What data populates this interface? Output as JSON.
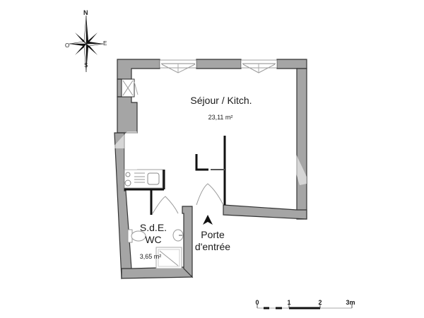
{
  "compass": {
    "north": "N",
    "south": "S",
    "east": "E",
    "west": "O"
  },
  "rooms": [
    {
      "name": "Séjour / Kitch.",
      "area": "23,11 m²"
    },
    {
      "name_line1": "S.d.E.",
      "name_line2": "WC",
      "area": "3,65 m²"
    }
  ],
  "entrance": {
    "line1": "Porte",
    "line2": "d'entrée"
  },
  "scale": {
    "ticks": [
      "0",
      "1",
      "2",
      "3m"
    ]
  },
  "colors": {
    "wall_fill": "#a5a5a5",
    "wall_stroke": "#333333",
    "partition": "#111111",
    "background": "#ffffff"
  }
}
